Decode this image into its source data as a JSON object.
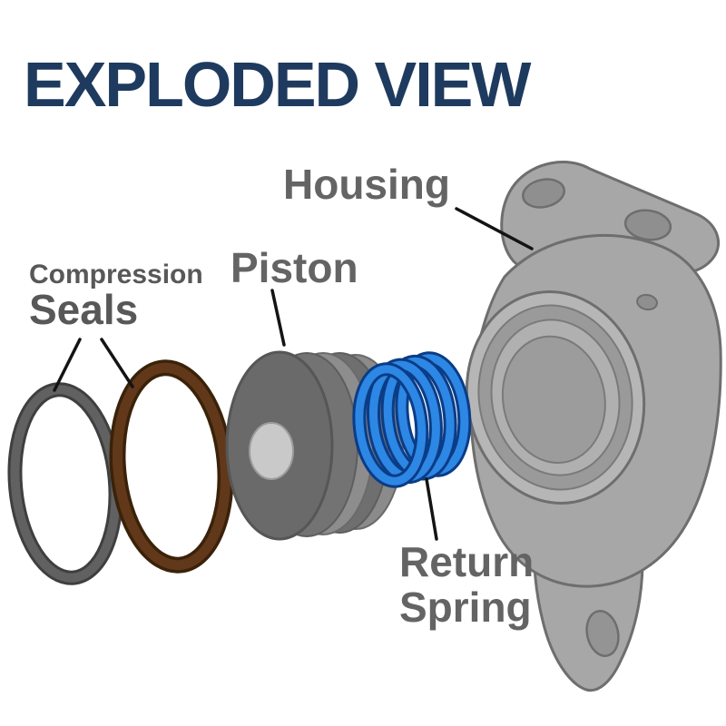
{
  "title": "EXPLODED VIEW",
  "diagram": {
    "labels": {
      "housing": "Housing",
      "compression_seals_line1": "Compression",
      "compression_seals_line2": "Seals",
      "piston": "Piston",
      "return_spring_line1": "Return",
      "return_spring_line2": "Spring"
    },
    "parts": [
      "Compression Seals",
      "Piston",
      "Return Spring",
      "Housing"
    ],
    "colors": {
      "title_navy": "#1e3a5e",
      "label_gray": "#646464",
      "seal_gray": "#616161",
      "seal_gray_edge": "#3f3f3f",
      "seal_brown": "#61381a",
      "seal_brown_edge": "#3a2209",
      "piston_gray": "#6a6a6a",
      "piston_highlight": "#c9c9c9",
      "spring_blue": "#2d87e4",
      "spring_blue_dark": "#0b3c86",
      "housing_gray": "#a7a7a7",
      "housing_edge": "#6e6e6e",
      "leader_black": "#141414"
    }
  }
}
